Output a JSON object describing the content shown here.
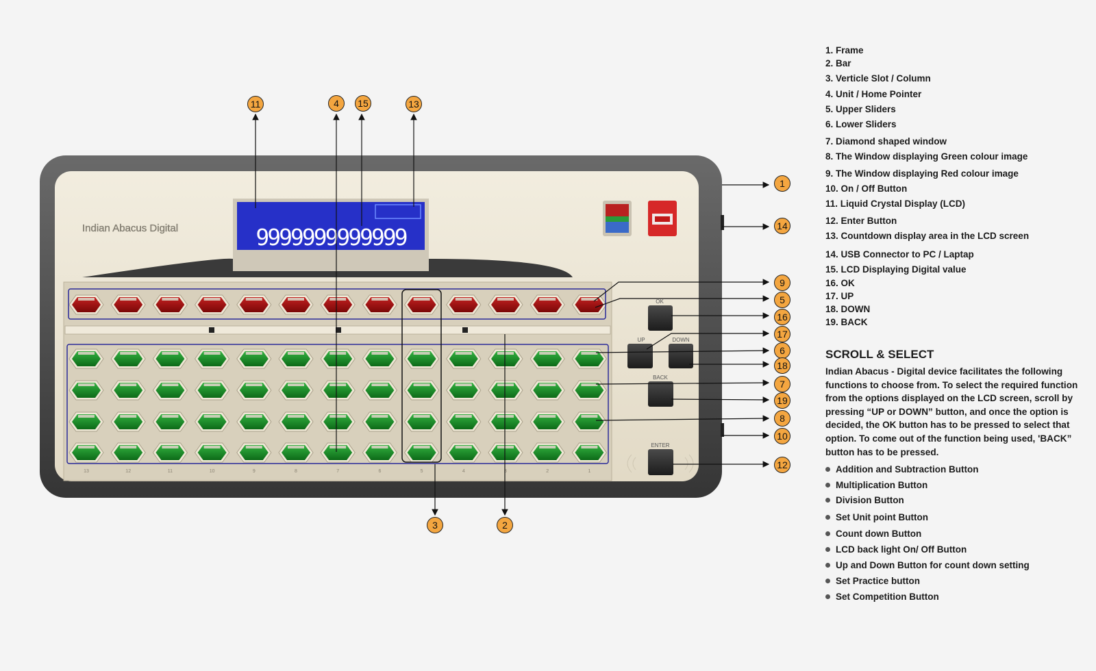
{
  "device": {
    "brand_label": "Indian Abacus Digital",
    "lcd_value": "9999999999999",
    "buttons": {
      "ok": "OK",
      "up": "UP",
      "down": "DOWN",
      "back": "BACK",
      "enter": "ENTER"
    },
    "column_numbers": [
      "13",
      "12",
      "11",
      "10",
      "9",
      "8",
      "7",
      "6",
      "5",
      "4",
      "3",
      "2",
      "1"
    ]
  },
  "callouts": [
    "1",
    "2",
    "3",
    "4",
    "5",
    "6",
    "7",
    "8",
    "9",
    "10",
    "11",
    "12",
    "13",
    "14",
    "15",
    "16",
    "17",
    "18",
    "19"
  ],
  "legend": [
    "1. Frame",
    "2. Bar",
    "3. Verticle Slot / Column",
    "4. Unit / Home Pointer",
    "5. Upper  Sliders",
    "6. Lower Sliders",
    "7. Diamond shaped window",
    "8. The Window displaying Green colour image",
    "9. The Window displaying Red colour image",
    "10. On / Off Button",
    "11. Liquid Crystal Display (LCD)",
    "12. Enter Button",
    "13. Countdown display area in the LCD screen",
    "14. USB Connector to PC / Laptap",
    "15. LCD Displaying Digital value",
    "16. OK",
    "17. UP",
    "18. DOWN",
    "19. BACK"
  ],
  "section_title": "SCROLL & SELECT",
  "description": "Indian Abacus - Digital device facilitates the following functions to choose from. To select the required function from the options displayed on the LCD screen, scroll by pressing “UP or DOWN” button, and once the option is decided, the OK button has to be pressed to select that option.  To come out of the function being used, 'BACK” button has to be pressed.",
  "functions": [
    "Addition and Subtraction Button",
    "Multiplication Button",
    "Division Button",
    "Set Unit point Button",
    "Count down Button",
    "LCD back light On/ Off Button",
    "Up and Down Button for count down setting",
    "Set Practice button",
    "Set Competition Button"
  ],
  "colors": {
    "frame": "#4a4a4a",
    "body": "#ece6d6",
    "lcd": "#2630c8",
    "red_bead": "#9e1010",
    "green_bead": "#1c8a28",
    "callout_fill": "#f4a640"
  }
}
